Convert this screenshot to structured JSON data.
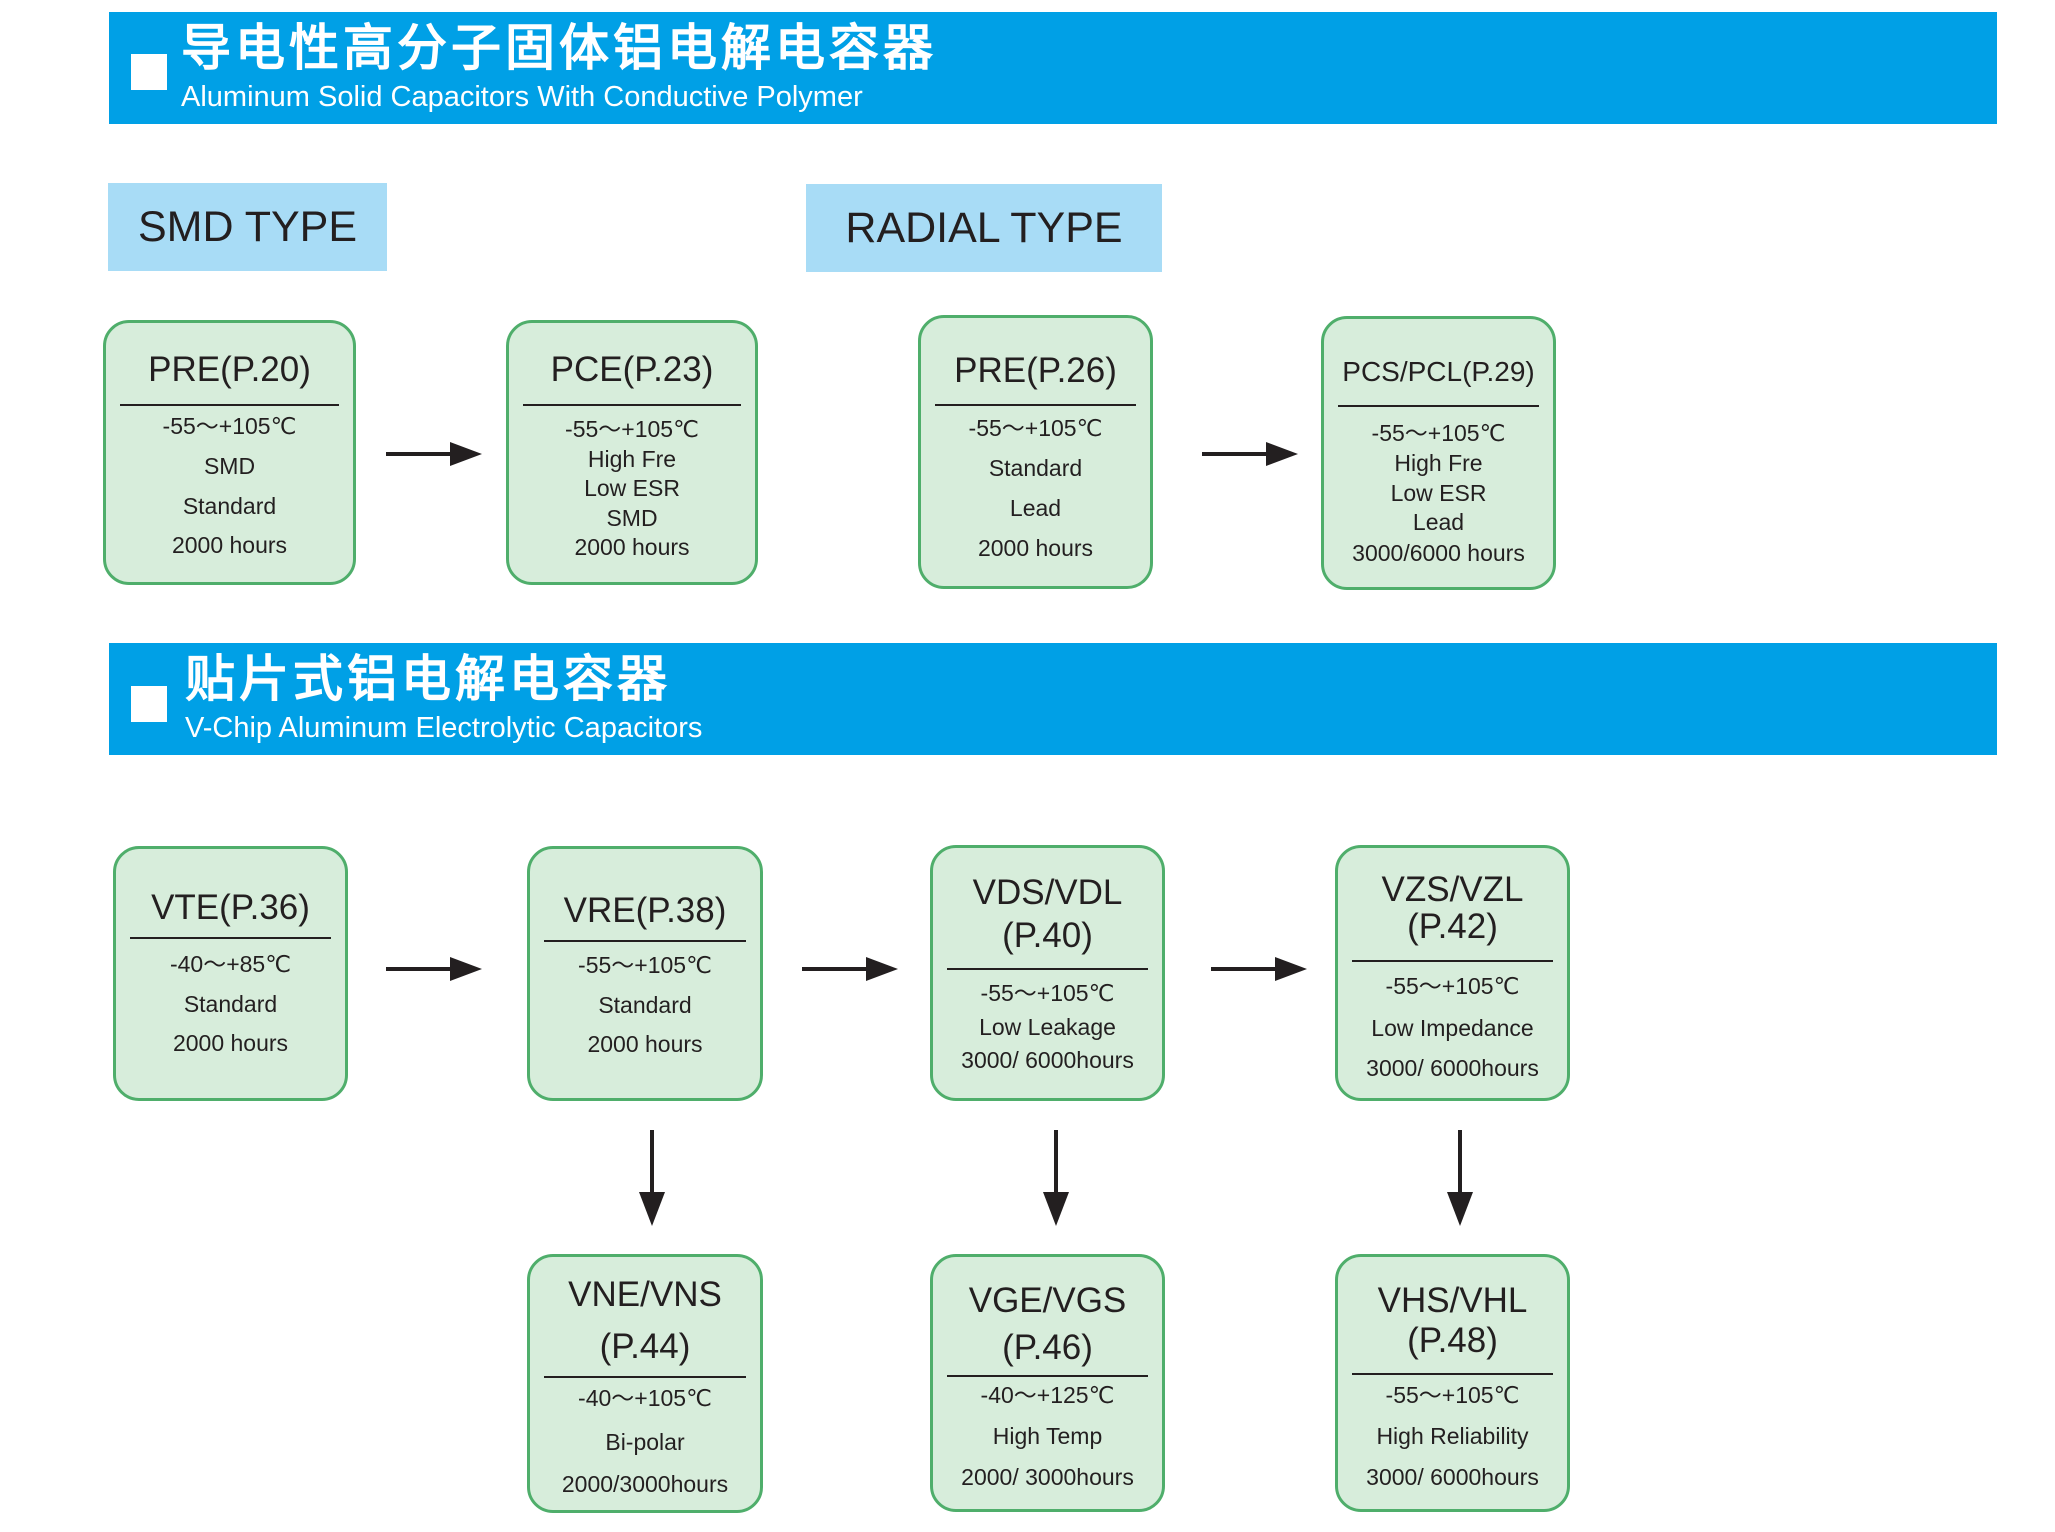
{
  "sections": [
    {
      "title_cn": "导电性高分子固体铝电解电容器",
      "title_en": "Aluminum Solid Capacitors With Conductive Polymer"
    },
    {
      "title_cn": "贴片式铝电解电容器",
      "title_en": "V-Chip Aluminum Electrolytic Capacitors"
    }
  ],
  "type_labels": [
    "SMD TYPE",
    "RADIAL TYPE"
  ],
  "boxes": [
    {
      "title": "PRE(P.20)",
      "lines": [
        "-55～+105℃",
        "SMD",
        "Standard",
        "2000 hours"
      ]
    },
    {
      "title": "PCE(P.23)",
      "lines": [
        "-55～+105℃",
        "High Fre",
        "Low ESR",
        "SMD",
        "2000 hours"
      ]
    },
    {
      "title": "PRE(P.26)",
      "lines": [
        "-55～+105℃",
        "Standard",
        "Lead",
        "2000 hours"
      ]
    },
    {
      "title": "PCS/PCL(P.29)",
      "lines": [
        "-55～+105℃",
        "High Fre",
        "Low ESR",
        "Lead",
        "3000/6000 hours"
      ]
    },
    {
      "title": "VTE(P.36)",
      "lines": [
        "-40～+85℃",
        "Standard",
        "2000 hours"
      ]
    },
    {
      "title": "VRE(P.38)",
      "lines": [
        "-55～+105℃",
        "Standard",
        "2000 hours"
      ]
    },
    {
      "title": "VDS/VDL",
      "title2": "(P.40)",
      "lines": [
        "-55～+105℃",
        "Low Leakage",
        "3000/ 6000hours"
      ]
    },
    {
      "title": "VZS/VZL",
      "title2": "(P.42)",
      "lines": [
        "-55～+105℃",
        "Low Impedance",
        "3000/ 6000hours"
      ]
    },
    {
      "title": "VNE/VNS",
      "title2": "(P.44)",
      "lines": [
        "-40～+105℃",
        "Bi-polar",
        "2000/3000hours"
      ]
    },
    {
      "title": "VGE/VGS",
      "title2": "(P.46)",
      "lines": [
        "-40～+125℃",
        "High Temp",
        "2000/ 3000hours"
      ]
    },
    {
      "title": "VHS/VHL",
      "title2": "(P.48)",
      "lines": [
        "-55～+105℃",
        "High Reliability",
        "3000/ 6000hours"
      ]
    }
  ]
}
